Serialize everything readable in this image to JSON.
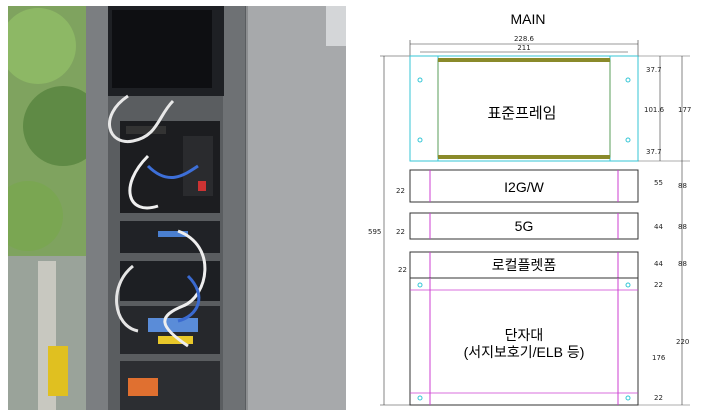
{
  "drawing": {
    "title": "MAIN",
    "top_width_outer": "228.6",
    "top_width_inner": "211",
    "modules": {
      "standard_frame": "표준프레임",
      "i2gw": "I2G/W",
      "fiveg": "5G",
      "local_platform": "로컬플렛폼",
      "terminal_block_line1": "단자대",
      "terminal_block_line2": "(서지보호기/ELB 등)"
    },
    "right_dims": {
      "d1": "37.7",
      "d2": "101.6",
      "d3": "37.7",
      "total_frame": "177",
      "i2gw_h": "55",
      "i2gw_gap": "88",
      "fiveg_h": "44",
      "fiveg_gap": "88",
      "local_h": "44",
      "local_gap": "88",
      "terminal_top": "22",
      "terminal_mid": "176",
      "terminal_bot": "22",
      "terminal_total": "220"
    },
    "left_dims": {
      "overall": "595",
      "small_a": "22",
      "small_b": "22",
      "small_c": "22"
    }
  },
  "colors": {
    "cyan": "#35c6d6",
    "magenta": "#cc3fd1",
    "frame_border": "#5a9e5a",
    "rail": "#8a8a2a"
  }
}
